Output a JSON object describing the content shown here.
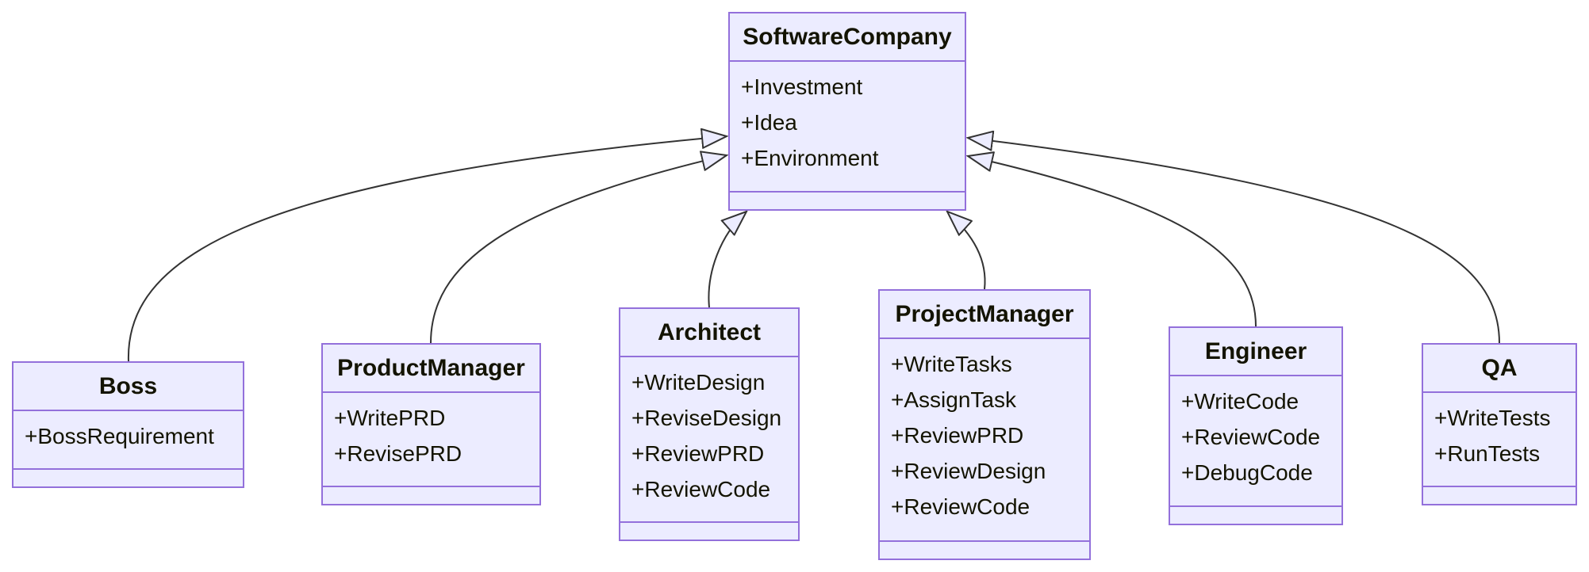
{
  "diagram": {
    "type": "uml-class-diagram",
    "colors": {
      "node_fill": "#ECECFF",
      "node_border": "#9370DB",
      "edge_line": "#333333",
      "text": "#131300",
      "background": "#ffffff"
    },
    "classes": [
      {
        "name": "SoftwareCompany",
        "attributes": [
          "+Investment",
          "+Idea",
          "+Environment"
        ],
        "methods": []
      },
      {
        "name": "Boss",
        "attributes": [
          "+BossRequirement"
        ],
        "methods": []
      },
      {
        "name": "ProductManager",
        "attributes": [
          "+WritePRD",
          "+RevisePRD"
        ],
        "methods": []
      },
      {
        "name": "Architect",
        "attributes": [
          "+WriteDesign",
          "+ReviseDesign",
          "+ReviewPRD",
          "+ReviewCode"
        ],
        "methods": []
      },
      {
        "name": "ProjectManager",
        "attributes": [
          "+WriteTasks",
          "+AssignTask",
          "+ReviewPRD",
          "+ReviewDesign",
          "+ReviewCode"
        ],
        "methods": []
      },
      {
        "name": "Engineer",
        "attributes": [
          "+WriteCode",
          "+ReviewCode",
          "+DebugCode"
        ],
        "methods": []
      },
      {
        "name": "QA",
        "attributes": [
          "+WriteTests",
          "+RunTests"
        ],
        "methods": []
      }
    ],
    "relations": [
      {
        "from": "Boss",
        "to": "SoftwareCompany",
        "type": "inheritance"
      },
      {
        "from": "ProductManager",
        "to": "SoftwareCompany",
        "type": "inheritance"
      },
      {
        "from": "Architect",
        "to": "SoftwareCompany",
        "type": "inheritance"
      },
      {
        "from": "ProjectManager",
        "to": "SoftwareCompany",
        "type": "inheritance"
      },
      {
        "from": "Engineer",
        "to": "SoftwareCompany",
        "type": "inheritance"
      },
      {
        "from": "QA",
        "to": "SoftwareCompany",
        "type": "inheritance"
      }
    ]
  }
}
